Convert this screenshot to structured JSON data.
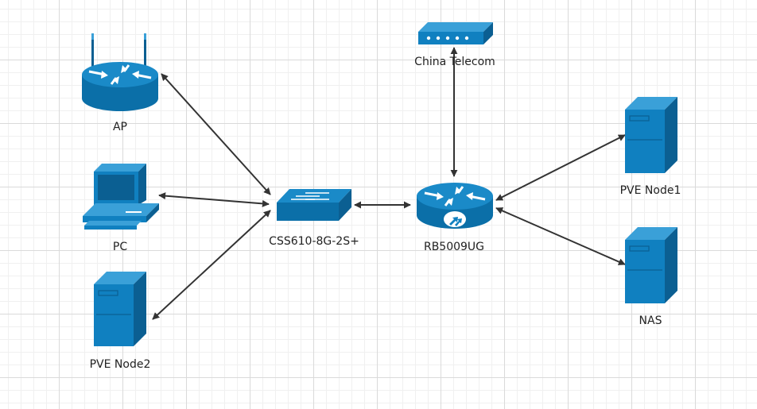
{
  "nodes": {
    "ap": {
      "label": "AP",
      "icon": "wireless-router-icon"
    },
    "pc": {
      "label": "PC",
      "icon": "pc-icon"
    },
    "pve2": {
      "label": "PVE Node2",
      "icon": "server-icon"
    },
    "switch": {
      "label": "CSS610-8G-2S+",
      "icon": "switch-icon"
    },
    "router": {
      "label": "RB5009UG",
      "icon": "router-icon"
    },
    "modem": {
      "label": "China Telecom",
      "icon": "modem-icon"
    },
    "pve1": {
      "label": "PVE Node1",
      "icon": "server-icon"
    },
    "nas": {
      "label": "NAS",
      "icon": "server-icon"
    }
  },
  "links": [
    {
      "from": "ap",
      "to": "switch"
    },
    {
      "from": "pc",
      "to": "switch"
    },
    {
      "from": "pve2",
      "to": "switch"
    },
    {
      "from": "switch",
      "to": "router"
    },
    {
      "from": "modem",
      "to": "router"
    },
    {
      "from": "router",
      "to": "pve1"
    },
    {
      "from": "router",
      "to": "nas"
    }
  ],
  "colors": {
    "device": "#1080c0",
    "device_dark": "#0b5f92",
    "device_light": "#3aa0d8",
    "link": "#333333"
  }
}
